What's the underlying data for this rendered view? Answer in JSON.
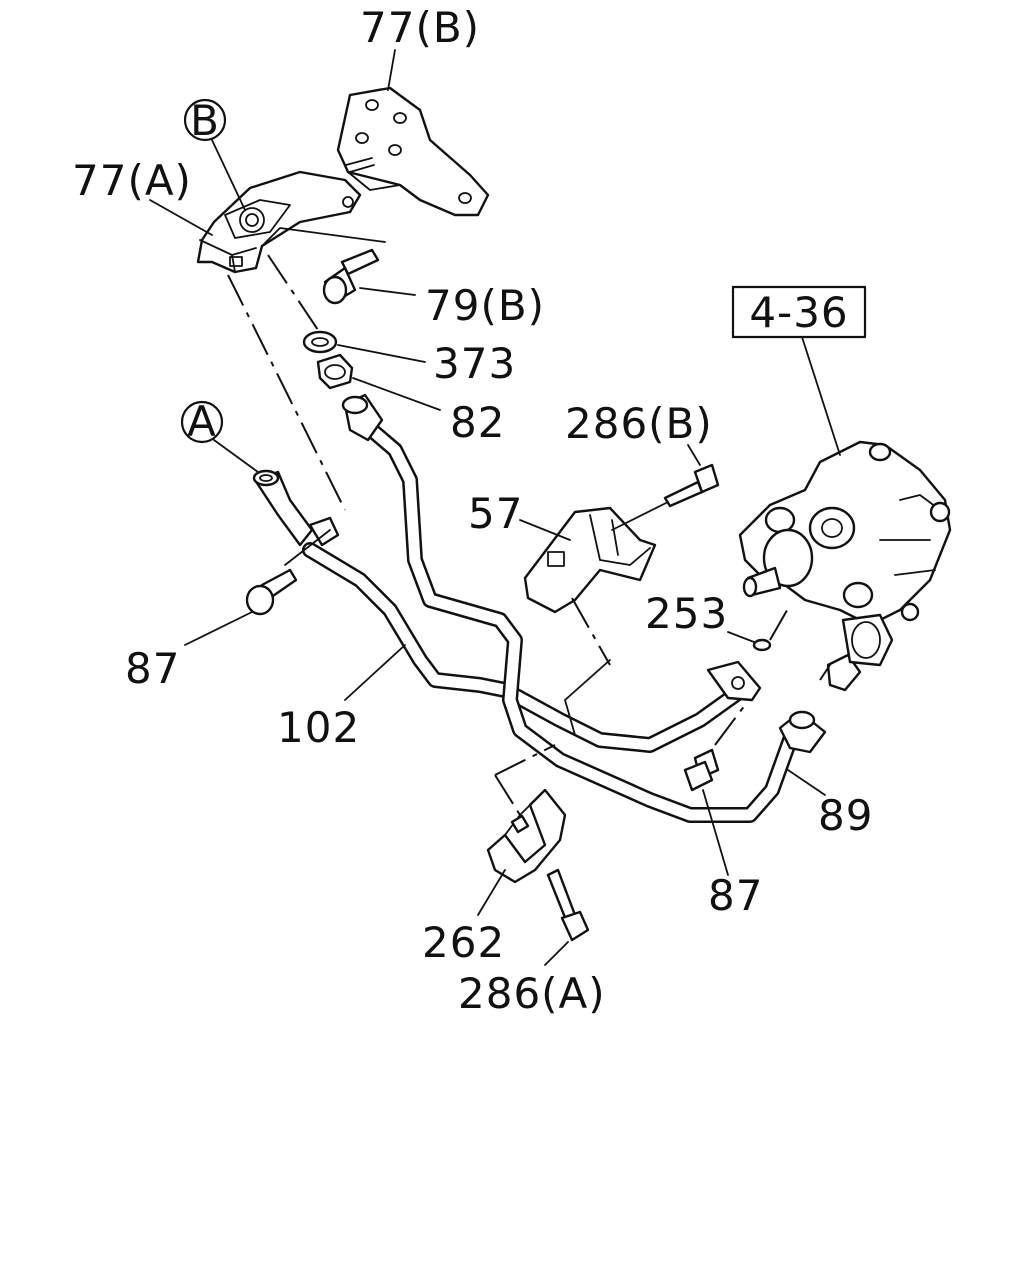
{
  "labels": {
    "p77b": "77(B)",
    "p77a": "77(A)",
    "refB": "B",
    "refA": "A",
    "p79b": "79(B)",
    "p373": "373",
    "p82": "82",
    "p436": "4-36",
    "p286b": "286(B)",
    "p57": "57",
    "p253": "253",
    "p87a": "87",
    "p102": "102",
    "p89": "89",
    "p87b": "87",
    "p262": "262",
    "p286a": "286(A)"
  }
}
